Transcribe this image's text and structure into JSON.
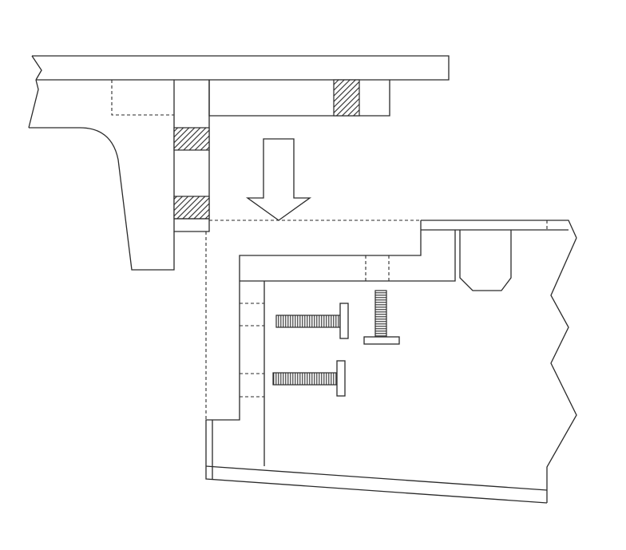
{
  "figure": {
    "labels": [],
    "colors": {
      "line": "#2a2a2a",
      "background": "#ffffff",
      "hatch": "#2a2a2a"
    },
    "parts": [
      "upper-assembly",
      "lower-assembly",
      "insertion-arrow",
      "fastener-screws",
      "hatched-inserts"
    ]
  }
}
